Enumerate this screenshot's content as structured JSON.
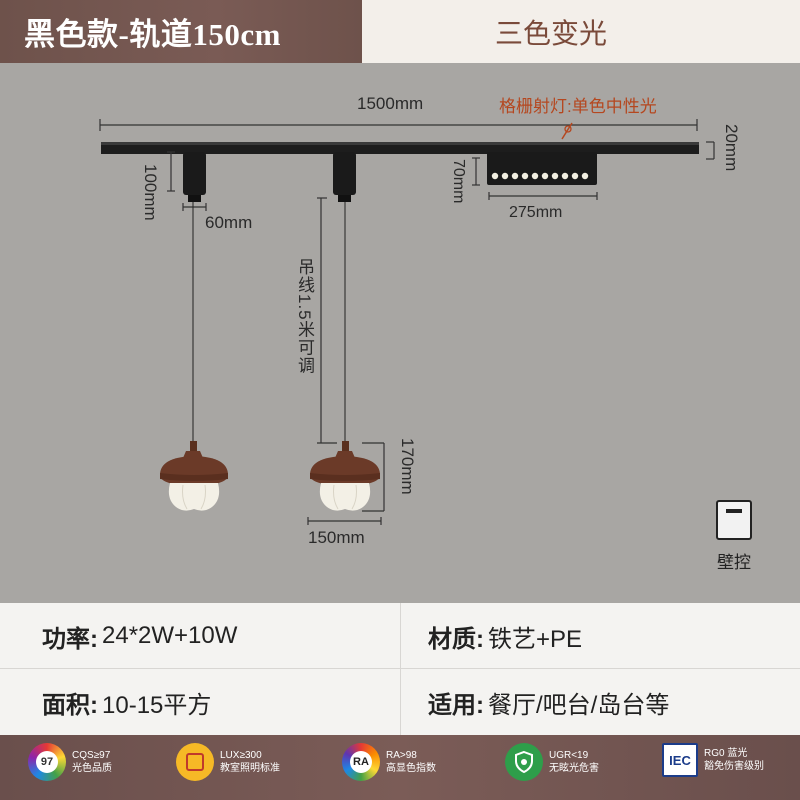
{
  "header": {
    "title": "黑色款-轨道150cm",
    "mode": "三色变光"
  },
  "diagram": {
    "track_length": "1500mm",
    "grille_label": "格栅射灯:单色中性光",
    "track_height": "20mm",
    "grille_height": "70mm",
    "grille_length": "275mm",
    "adapter_height": "100mm",
    "adapter_width": "60mm",
    "cable_note": "吊线1.5米可调",
    "shade_height": "170mm",
    "shade_width": "150mm",
    "wall_control_label": "壁控"
  },
  "specs": {
    "power_key": "功率:",
    "power_value": "24*2W+10W",
    "material_key": "材质:",
    "material_value": "铁艺+PE",
    "area_key": "面积:",
    "area_value": "10-15平方",
    "usage_key": "适用:",
    "usage_value": "餐厅/吧台/岛台等"
  },
  "badges": [
    {
      "icon": "cqs-icon",
      "icon_text": "97",
      "line1": "CQS≥97",
      "line2": "光色品质"
    },
    {
      "icon": "lux-icon",
      "icon_text": "",
      "line1": "LUX≥300",
      "line2": "教室照明标准"
    },
    {
      "icon": "ra-icon",
      "icon_text": "RA",
      "line1": "RA>98",
      "line2": "高显色指数"
    },
    {
      "icon": "ugr-icon",
      "icon_text": "",
      "line1": "UGR<19",
      "line2": "无眩光危害"
    },
    {
      "icon": "iec-icon",
      "icon_text": "IEC",
      "line1": "RG0 蓝光",
      "line2": "豁免伤害级别"
    }
  ],
  "colors": {
    "header_brown": "#6e524b",
    "accent_orange": "#b5471f",
    "walnut": "#6b3a28"
  }
}
